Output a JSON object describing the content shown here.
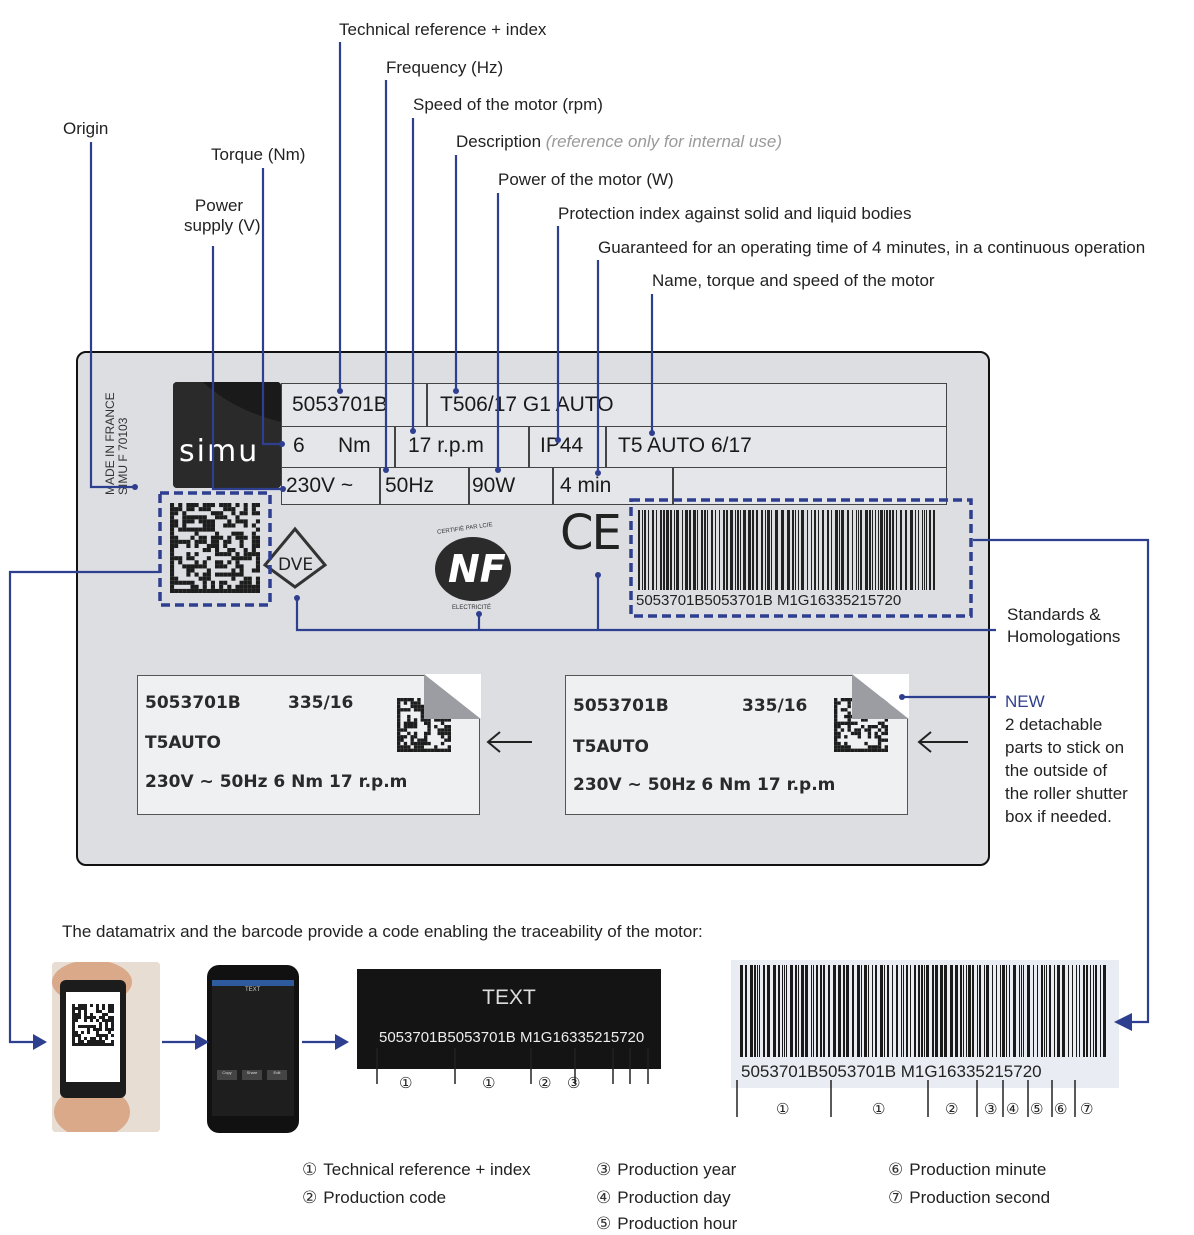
{
  "callouts": {
    "technical_reference": "Technical reference + index",
    "frequency": "Frequency (Hz)",
    "speed": "Speed of the motor (rpm)",
    "description": "Description",
    "description_note": "(reference only for internal use)",
    "torque": "Torque (Nm)",
    "power": "Power of the motor (W)",
    "origin": "Origin",
    "power_supply_line1": "Power",
    "power_supply_line2": "supply (V)",
    "protection_index": "Protection index against solid and liquid bodies",
    "operating_time": "Guaranteed for an operating time of 4 minutes, in a continuous operation",
    "name_torque_speed": "Name, torque and speed of the motor",
    "standards_line1": "Standards &",
    "standards_line2": "Homologations",
    "new_heading": "NEW",
    "new_text": [
      "2 detachable",
      "parts to stick on",
      "the outside of",
      "the roller shutter",
      "box if needed."
    ]
  },
  "label": {
    "logo": "simu",
    "made_in_line1": "MADE IN FRANCE",
    "made_in_line2": "SIMU F 70103",
    "reference": "5053701B",
    "description": "T506/17 G1 AUTO",
    "torque_value": "6",
    "torque_unit": "Nm",
    "speed": "17 r.p.m",
    "ip": "IP44",
    "name": "T5 AUTO 6/17",
    "voltage": "230V ~",
    "frequency": "50Hz",
    "power": "90W",
    "time": "4 min",
    "barcode_text": "5053701B5053701B M1G16335215720",
    "dve_mark": "DVE",
    "nf_mark": "NF",
    "nf_top_text": "CERTIFIÉ PAR LCIE",
    "nf_bottom_text": "ELECTRICITÉ",
    "ce_mark": "CE"
  },
  "stickers": [
    {
      "ref": "5053701B",
      "code": "335/16",
      "name": "T5AUTO",
      "specs": "230V ~ 50Hz  6 Nm  17 r.p.m"
    },
    {
      "ref": "5053701B",
      "code": "335/16",
      "name": "T5AUTO",
      "specs": "230V ~ 50Hz  6 Nm  17 r.p.m"
    }
  ],
  "traceability": {
    "intro": "The datamatrix and the barcode provide a code enabling the traceability of the motor:",
    "phone_title": "TEXT",
    "phone_buttons": [
      "Copy",
      "Share",
      "Edit"
    ],
    "screen_title": "TEXT",
    "screen_code": "5053701B5053701B M1G16335215720",
    "barcode_code": "5053701B5053701B M1G16335215720",
    "small_digits": [
      "①",
      "①",
      "②",
      "③"
    ],
    "big_digits": [
      "①",
      "①",
      "②",
      "③",
      "④",
      "⑤",
      "⑥",
      "⑦"
    ]
  },
  "legend": [
    {
      "num": "①",
      "text": "Technical reference + index"
    },
    {
      "num": "②",
      "text": "Production code"
    },
    {
      "num": "③",
      "text": "Production year"
    },
    {
      "num": "④",
      "text": "Production day"
    },
    {
      "num": "⑤",
      "text": "Production hour"
    },
    {
      "num": "⑥",
      "text": "Production minute"
    },
    {
      "num": "⑦",
      "text": "Production second"
    }
  ],
  "colors": {
    "accent": "#2e3f8f",
    "plate": "#dcdee2",
    "dark": "#1b1b1b"
  }
}
